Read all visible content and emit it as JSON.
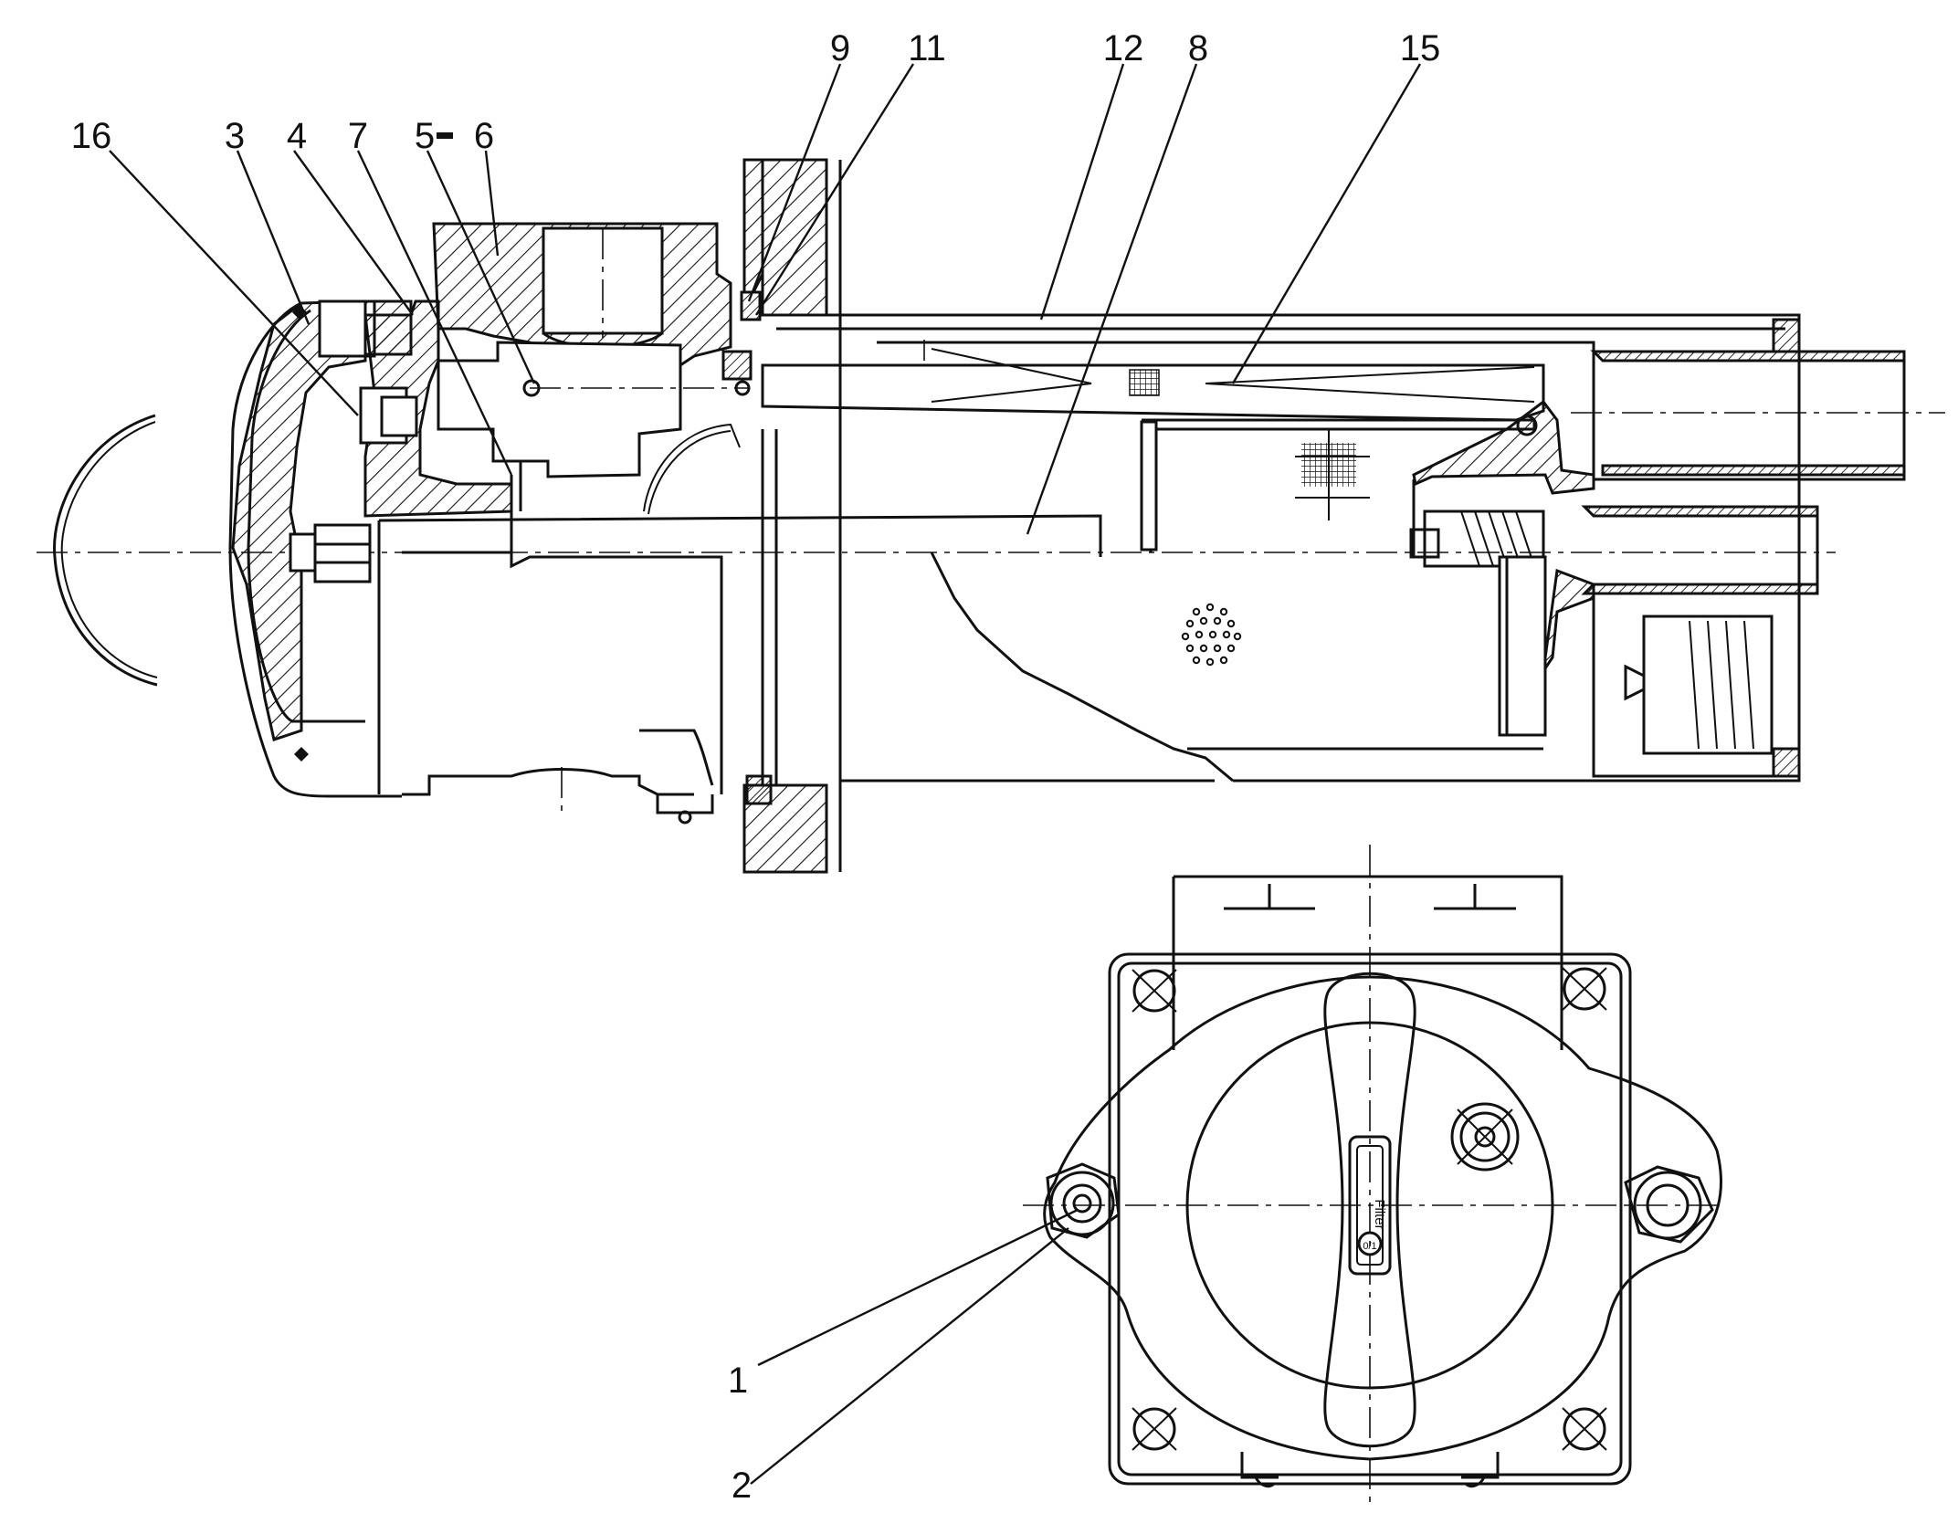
{
  "diagram": {
    "callouts": [
      "16",
      "3",
      "4",
      "7",
      "5",
      "6",
      "9",
      "11",
      "12",
      "8",
      "15",
      "1",
      "2"
    ],
    "knob_label": "Filter",
    "knob_marking": "0/1"
  }
}
